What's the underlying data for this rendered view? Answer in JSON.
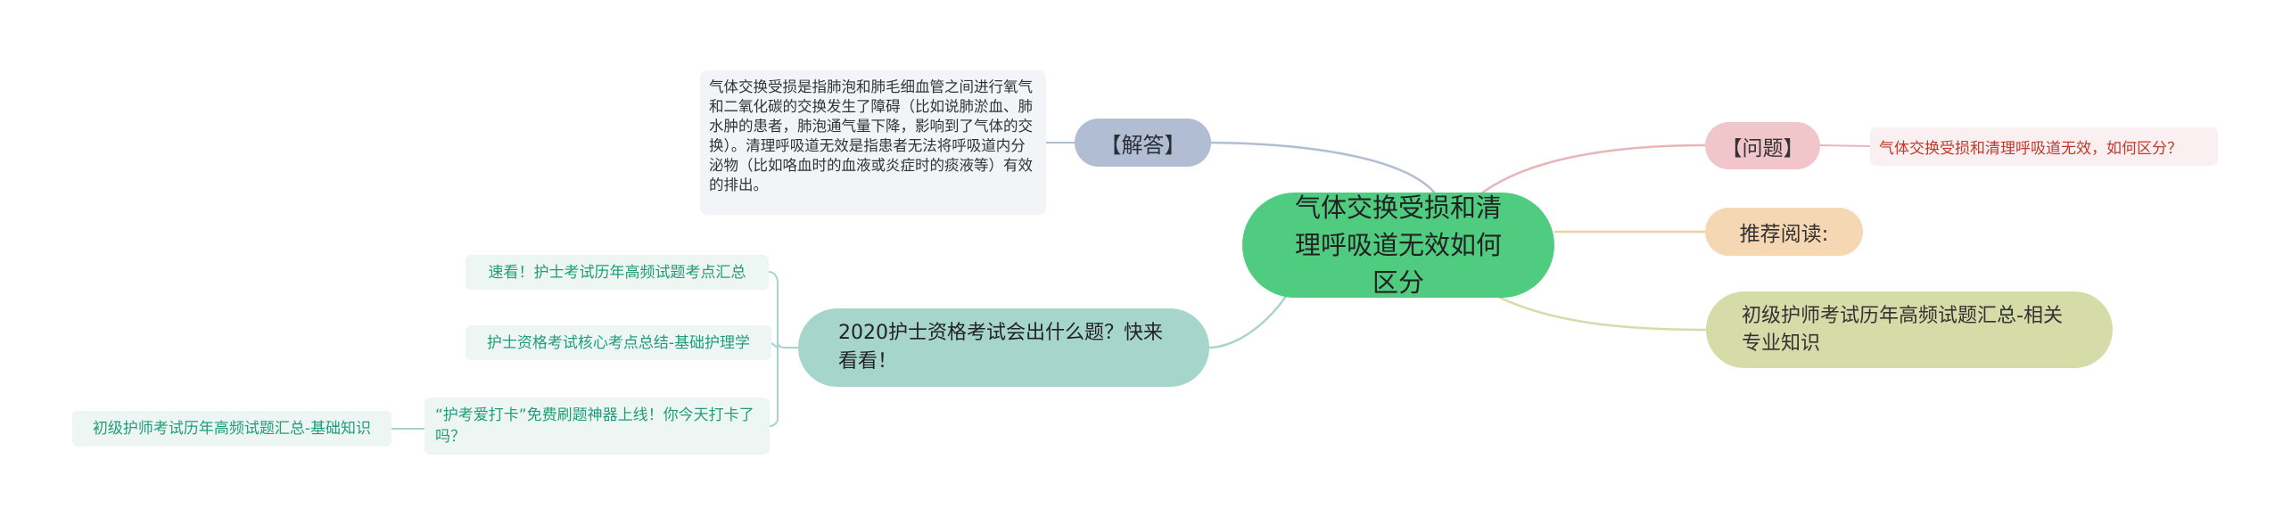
{
  "root": {
    "title": "气体交换受损和清理呼吸道无效如何区分"
  },
  "answer": {
    "tag": "【解答】",
    "text": "气体交换受损是指肺泡和肺毛细血管之间进行氧气和二氧化碳的交换发生了障碍（比如说肺淤血、肺水肿的患者，肺泡通气量下降，影响到了气体的交换）。清理呼吸道无效是指患者无法将呼吸道内分泌物（比如咯血时的血液或炎症时的痰液等）有效的排出。"
  },
  "question": {
    "tag": "【问题】",
    "text": "气体交换受损和清理呼吸道无效，如何区分？"
  },
  "reading": {
    "label": "推荐阅读:"
  },
  "related": {
    "label": "初级护师考试历年高频试题汇总-相关专业知识"
  },
  "exam": {
    "label": "2020护士资格考试会出什么题？快来看看！",
    "children": [
      "速看！护士考试历年高频试题考点汇总",
      "护士资格考试核心考点总结-基础护理学",
      "“护考爱打卡”免费刷题神器上线！你今天打卡了吗？"
    ],
    "sub_leaf": "初级护师考试历年高频试题汇总-基础知识"
  },
  "colors": {
    "root": "#4fcc7f",
    "answer": "#b0bdd2",
    "question": "#f1c6cb",
    "reading": "#f5d7b3",
    "related": "#d5dca8",
    "exam": "#a6d5cc",
    "leaf_text": "#1f9d7a",
    "question_text": "#c0392b"
  }
}
